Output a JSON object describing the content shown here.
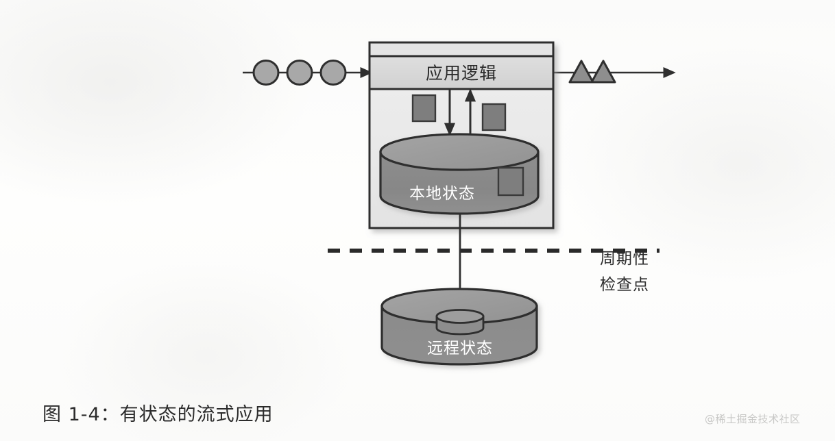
{
  "figure": {
    "caption": "图 1-4：有状态的流式应用",
    "watermark": "@稀土掘金技术社区"
  },
  "diagram": {
    "application_box": {
      "name": "application-box",
      "header_strip": "",
      "logic_band_label": "应用逻辑"
    },
    "local_state": {
      "label": "本地状态"
    },
    "remote_state": {
      "label": "远程状态"
    },
    "checkpoint_annotation": {
      "line1": "周期性",
      "line2": "检查点"
    },
    "input_stream": {
      "name": "input-stream",
      "element_count": 3,
      "element_shape": "circle"
    },
    "output_stream": {
      "name": "output-stream",
      "element_count": 2,
      "element_shape": "triangle"
    },
    "boundary": {
      "style": "dashed",
      "orientation": "horizontal"
    },
    "state_access_arrows": {
      "write_direction": "down",
      "read_direction": "up"
    },
    "checkpoint_arrow_direction": "down",
    "task_squares": 3
  },
  "colors": {
    "stroke": "#2f2f2f",
    "box_fill": "#ebebeb",
    "band_fill": "#d8d8d8",
    "header_fill": "#e4e4e4",
    "cylinder_top": "#9a9a9a",
    "cylinder_body": "#868686",
    "shape_fill": "#a8a8a8",
    "square_fill": "#7e7e7e",
    "label_light": "#ffffff",
    "label_dark": "#2b2b2b",
    "watermark": "#c8c8c6",
    "page_bg": "#fdfdfc"
  }
}
